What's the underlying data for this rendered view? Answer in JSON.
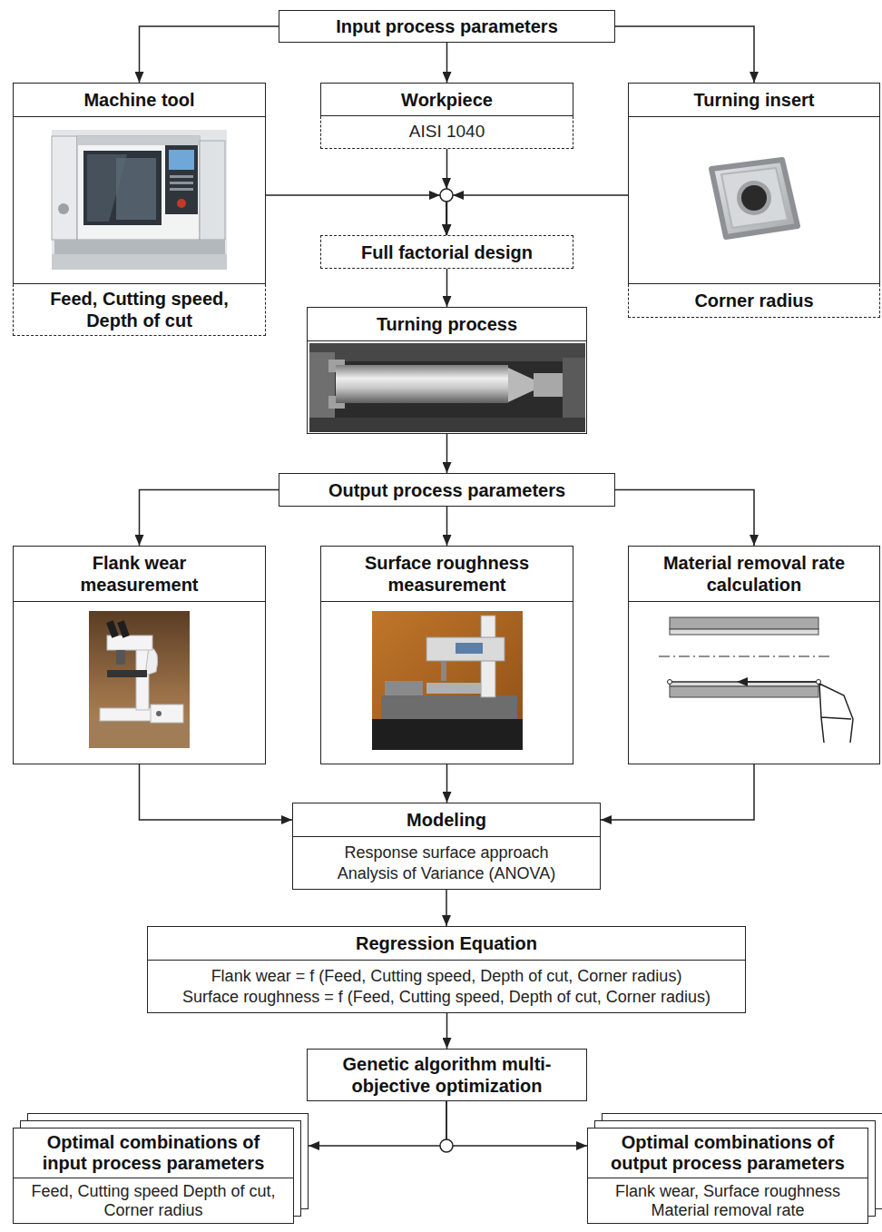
{
  "diagram": {
    "nodes": [
      {
        "text": [
          "Input process parameters"
        ]
      },
      {
        "text": [
          "Machine tool"
        ]
      },
      {
        "text": [
          "Feed, Cutting speed, Depth of cut"
        ]
      },
      {
        "text": [
          "Workpiece"
        ]
      },
      {
        "text": [
          "AISI 1040"
        ]
      },
      {
        "text": [
          "Turning insert"
        ]
      },
      {
        "text": [
          "Corner radius"
        ]
      },
      {
        "text": [
          "Full factorial design"
        ]
      },
      {
        "text": [
          "Turning process"
        ]
      },
      {
        "text": [
          "Output process parameters"
        ]
      },
      {
        "text": [
          "Flank wear measurement"
        ]
      },
      {
        "text": [
          "Surface roughness measurement"
        ]
      },
      {
        "text": [
          "Material removal rate calculation"
        ]
      },
      {
        "text": [
          "Modeling",
          "Response surface approach Analysis of Variance (ANOVA)"
        ]
      },
      {
        "text": [
          "Regression Equation",
          "Flank wear = f (Feed, Cutting speed, Depth of cut, Corner radius)",
          "Surface roughness = f (Feed, Cutting speed, Depth of cut, Corner radius)"
        ]
      },
      {
        "text": [
          "Genetic algorithm multi-objective optimization"
        ]
      },
      {
        "text": [
          "Optimal combinations of input process parameters",
          "Feed, Cutting speed Depth of cut, Corner radius"
        ]
      },
      {
        "text": [
          "Optimal combinations of output process parameters",
          "Flank wear, Surface roughness Material removal rate"
        ]
      }
    ],
    "edges": [
      {
        "from": 0,
        "to": 1,
        "arrow": "to"
      },
      {
        "from": 0,
        "to": 3,
        "arrow": "to"
      },
      {
        "from": 0,
        "to": 5,
        "arrow": "to"
      },
      {
        "from": 1,
        "to": 7,
        "arrow": "to"
      },
      {
        "from": 4,
        "to": 7,
        "arrow": "to"
      },
      {
        "from": 5,
        "to": 7,
        "arrow": "to"
      },
      {
        "from": 7,
        "to": 8,
        "arrow": "to"
      },
      {
        "from": 8,
        "to": 9,
        "arrow": "to"
      },
      {
        "from": 9,
        "to": 10,
        "arrow": "to"
      },
      {
        "from": 9,
        "to": 11,
        "arrow": "to"
      },
      {
        "from": 9,
        "to": 12,
        "arrow": "to"
      },
      {
        "from": 10,
        "to": 13,
        "arrow": "to"
      },
      {
        "from": 11,
        "to": 13,
        "arrow": "to"
      },
      {
        "from": 12,
        "to": 13,
        "arrow": "to"
      },
      {
        "from": 13,
        "to": 14,
        "arrow": "to"
      },
      {
        "from": 14,
        "to": 15,
        "arrow": "to"
      },
      {
        "from": 15,
        "to": 16,
        "arrow": "to"
      },
      {
        "from": 15,
        "to": 17,
        "arrow": "to"
      }
    ]
  }
}
